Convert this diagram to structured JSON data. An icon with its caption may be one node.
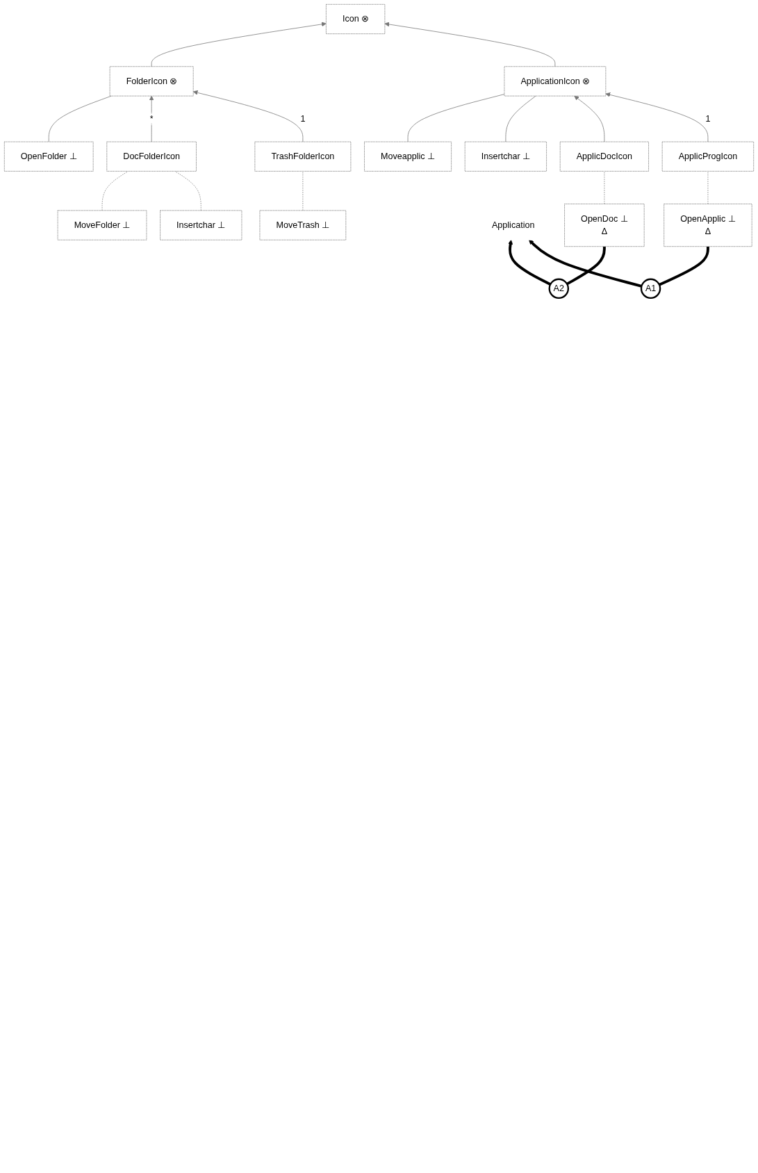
{
  "diagram": {
    "nodes": [
      {
        "text": [
          "Icon ⊗"
        ]
      },
      {
        "text": [
          "FolderIcon ⊗"
        ]
      },
      {
        "text": [
          "OpenFolder ⊥"
        ]
      },
      {
        "text": [
          "DocFolderIcon"
        ]
      },
      {
        "text": [
          "MoveFolder ⊥"
        ]
      },
      {
        "text": [
          "Insertchar ⊥"
        ]
      },
      {
        "text": [
          "TrashFolderIcon"
        ]
      },
      {
        "text": [
          "MoveTrash ⊥"
        ]
      },
      {
        "text": [
          "ApplicationIcon ⊗"
        ]
      },
      {
        "text": [
          "Moveapplic ⊥"
        ]
      },
      {
        "text": [
          "Insertchar ⊥"
        ]
      },
      {
        "text": [
          "Application"
        ]
      },
      {
        "text": [
          "ApplicDocIcon"
        ]
      },
      {
        "text": [
          "OpenDoc ⊥",
          "Δ"
        ]
      },
      {
        "text": [
          "ApplicProgIcon"
        ]
      },
      {
        "text": [
          "OpenApplic ⊥",
          "Δ"
        ]
      },
      {
        "text": [
          "A2"
        ]
      },
      {
        "text": [
          "A1"
        ]
      }
    ],
    "edges": [
      {
        "from": 1,
        "to": 0,
        "arrow": "to"
      },
      {
        "from": 8,
        "to": 0,
        "arrow": "to"
      },
      {
        "from": 1,
        "to": 2,
        "arrow": "none"
      },
      {
        "from": 3,
        "to": 1,
        "arrow": "to",
        "label": "*"
      },
      {
        "from": 6,
        "to": 1,
        "arrow": "to",
        "label": "1"
      },
      {
        "from": 3,
        "to": 4,
        "arrow": "none",
        "style": "dashed"
      },
      {
        "from": 3,
        "to": 5,
        "arrow": "none",
        "style": "dashed"
      },
      {
        "from": 6,
        "to": 7,
        "arrow": "none",
        "style": "dashed"
      },
      {
        "from": 8,
        "to": 9,
        "arrow": "none"
      },
      {
        "from": 8,
        "to": 10,
        "arrow": "none"
      },
      {
        "from": 12,
        "to": 8,
        "arrow": "to"
      },
      {
        "from": 14,
        "to": 8,
        "arrow": "to",
        "label": "1"
      },
      {
        "from": 12,
        "to": 13,
        "arrow": "none",
        "style": "dashed"
      },
      {
        "from": 14,
        "to": 15,
        "arrow": "none",
        "style": "dashed"
      },
      {
        "from": 13,
        "to": 16,
        "arrow": "none",
        "style": "thick",
        "color": "#000000"
      },
      {
        "from": 16,
        "to": 11,
        "arrow": "to",
        "style": "thick",
        "color": "#000000"
      },
      {
        "from": 15,
        "to": 17,
        "arrow": "none",
        "style": "thick",
        "color": "#000000"
      },
      {
        "from": 17,
        "to": 11,
        "arrow": "to",
        "style": "thick",
        "color": "#000000"
      }
    ]
  }
}
